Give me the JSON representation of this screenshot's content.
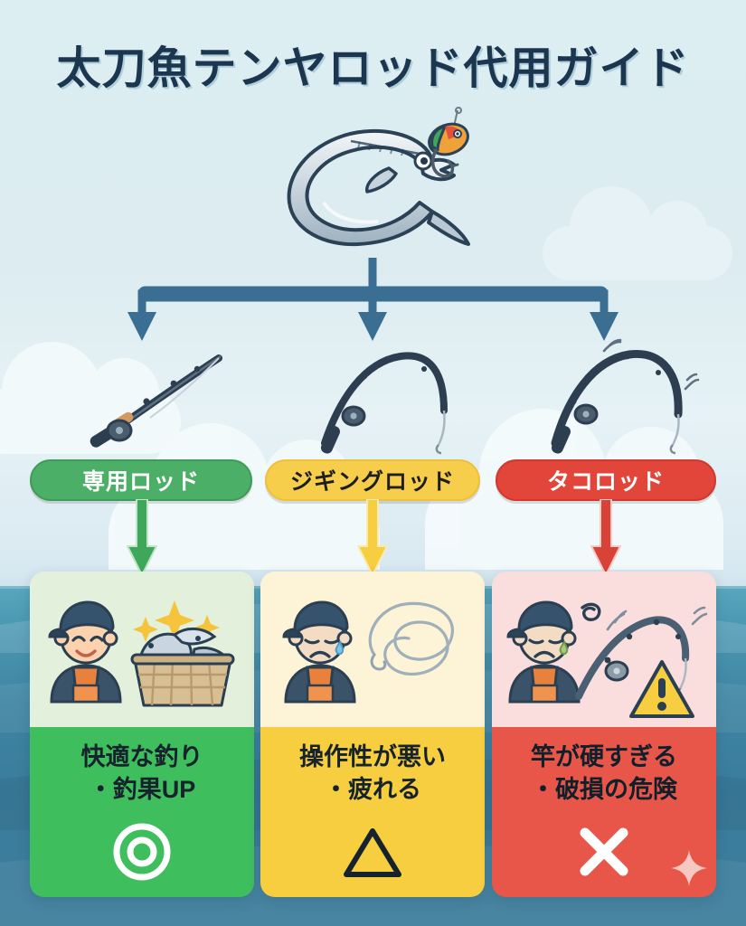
{
  "title": "太刀魚テンヤロッド代用ガイド",
  "hero": {
    "fish_icon": "hairtail-fish-icon",
    "lure_icon": "tenya-lure-icon"
  },
  "colors": {
    "title": "#1d3650",
    "connector": "#3a6e92",
    "green": "#4caf67",
    "green_card": "#3fbe5e",
    "yellow": "#f6ce4b",
    "yellow_card": "#f6ce3f",
    "red": "#e2453a",
    "red_card": "#e8564a",
    "sky": "#dceef2",
    "ocean": "#3f85a3"
  },
  "branches": [
    {
      "id": "special-rod",
      "rod_icon": "fishing-rod-icon",
      "badge_label": "専用ロッド",
      "arrow_icon": "arrow-down-icon",
      "illustration": "happy-angler-with-fish-basket-icon",
      "result_line1": "快適な釣り",
      "result_line2": "・釣果UP",
      "verdict_symbol": "◎",
      "verdict_icon": "double-circle-icon"
    },
    {
      "id": "jigging-rod",
      "rod_icon": "fishing-rod-icon",
      "badge_label": "ジギングロッド",
      "arrow_icon": "arrow-down-icon",
      "illustration": "sad-angler-with-tangled-line-icon",
      "result_line1": "操作性が悪い",
      "result_line2": "・疲れる",
      "verdict_symbol": "△",
      "verdict_icon": "triangle-icon"
    },
    {
      "id": "octopus-rod",
      "rod_icon": "fishing-rod-icon",
      "badge_label": "タコロッド",
      "arrow_icon": "arrow-down-icon",
      "illustration": "distressed-angler-with-bent-rod-warning-icon",
      "result_line1": "竿が硬すぎる",
      "result_line2": "・破損の危険",
      "verdict_symbol": "✕",
      "verdict_icon": "cross-icon"
    }
  ]
}
